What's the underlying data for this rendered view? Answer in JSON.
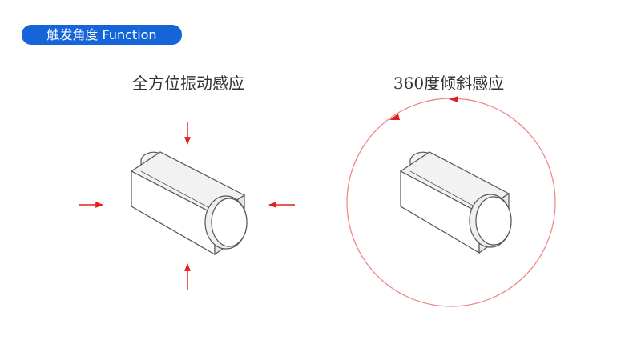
{
  "header": {
    "badge_text": "触发角度 Function"
  },
  "panels": {
    "left_title": "全方位振动感应",
    "right_title": "360度倾斜感应"
  },
  "colors": {
    "badge_bg": "#1565d8",
    "arrow_red": "#e02020",
    "circle_red": "#f08080",
    "outline": "#555555"
  },
  "icons": [
    "arrow-icon",
    "rotation-arrow-icon",
    "sensor-drawing"
  ]
}
